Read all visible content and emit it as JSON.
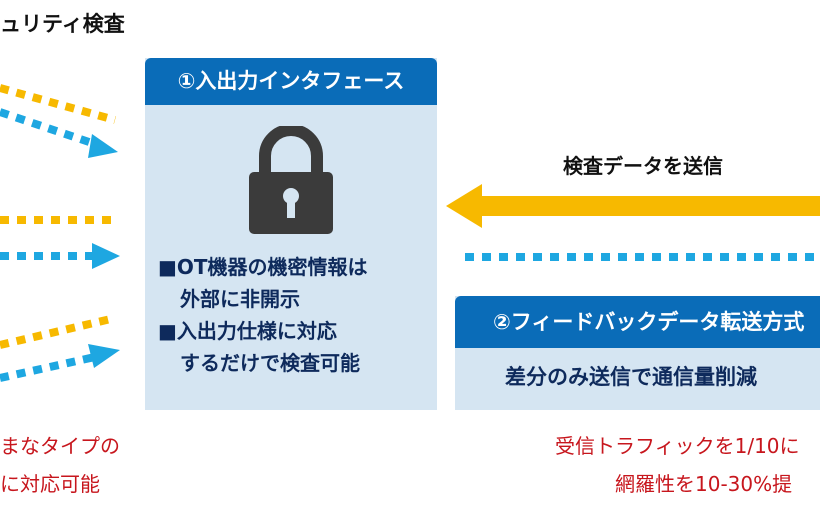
{
  "title": "ュリティ検査",
  "box1": {
    "header": "①入出力インタフェース",
    "bullets": [
      "■OT機器の機密情報は",
      "外部に非開示",
      "■入出力仕様に対応",
      "するだけで検査可能"
    ]
  },
  "box2": {
    "header": "②フィードバックデータ転送方式",
    "body": "差分のみ送信で通信量削減"
  },
  "arrow_label": "検査データを送信",
  "left_note": [
    "まなタイプの",
    "に対応可能"
  ],
  "right_note": [
    "受信トラフィックを1/10に",
    "網羅性を10-30%提"
  ],
  "colors": {
    "blue_header": "#0a6cb8",
    "box_bg": "#d5e5f2",
    "yellow": "#f7b900",
    "cyan": "#1ea7e1",
    "red": "#c7161d"
  }
}
